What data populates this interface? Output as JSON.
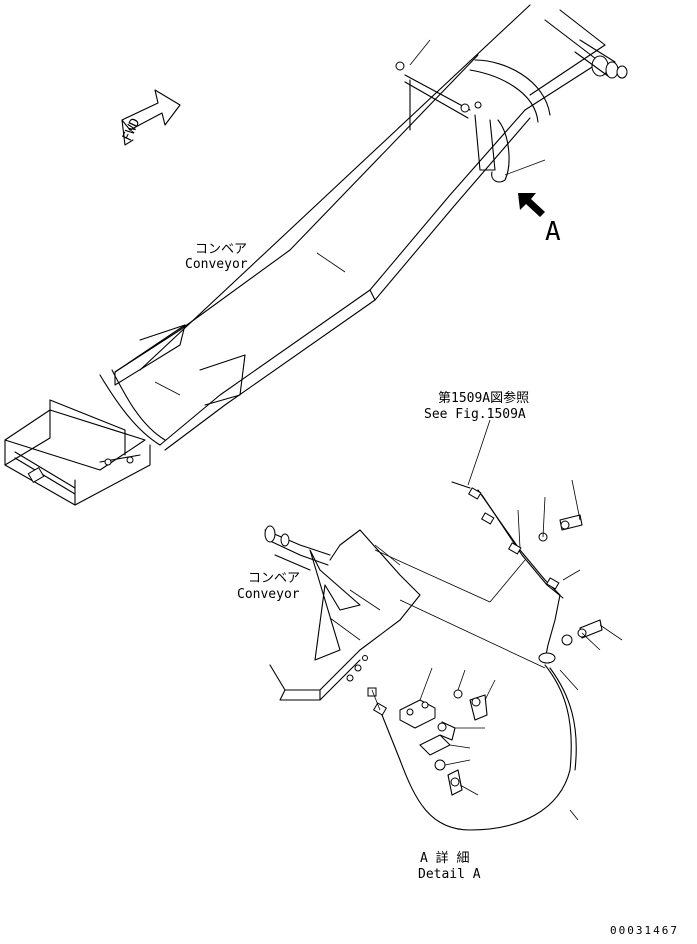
{
  "labels": {
    "fwd": "FWD",
    "view_arrow_letter": "A",
    "conveyor_jp_1": "コンベア",
    "conveyor_en_1": "Conveyor",
    "see_fig_jp": "第1509A図参照",
    "see_fig_en": "See Fig.1509A",
    "conveyor_jp_2": "コンベア",
    "conveyor_en_2": "Conveyor",
    "detail_jp": "A 詳 細",
    "detail_en": "Detail A",
    "drawing_number": "00031467"
  },
  "icons": {
    "fwd_arrow": "fwd-arrow-icon",
    "view_arrow": "view-direction-arrow-icon"
  }
}
